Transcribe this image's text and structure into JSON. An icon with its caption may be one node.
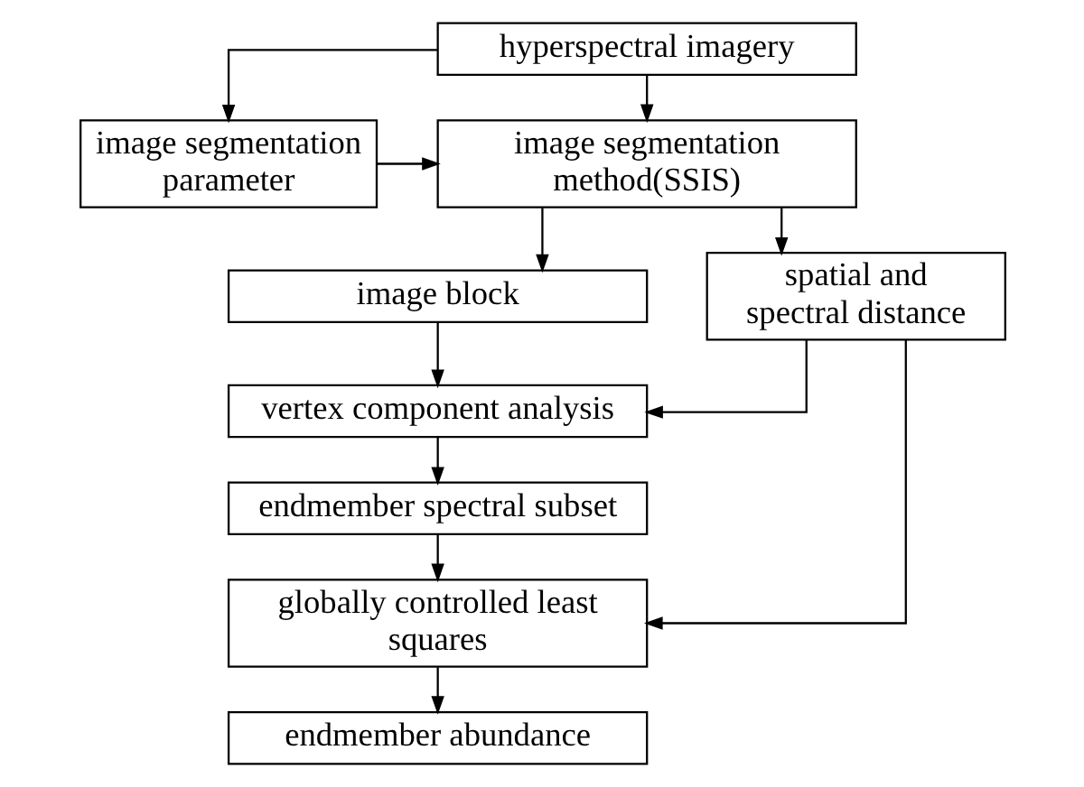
{
  "diagram": {
    "nodes": [
      {
        "text": [
          "hyperspectral imagery"
        ]
      },
      {
        "text": [
          "image segmentation parameter"
        ]
      },
      {
        "text": [
          "image segmentation method(SSIS)"
        ]
      },
      {
        "text": [
          "image block"
        ]
      },
      {
        "text": [
          "spatial and spectral distance"
        ]
      },
      {
        "text": [
          "vertex component analysis"
        ]
      },
      {
        "text": [
          "endmember spectral subset"
        ]
      },
      {
        "text": [
          "globally controlled least squares"
        ]
      },
      {
        "text": [
          "endmember abundance"
        ]
      }
    ],
    "edges": [
      {
        "from": 0,
        "to": 1,
        "arrow": "to"
      },
      {
        "from": 0,
        "to": 2,
        "arrow": "to"
      },
      {
        "from": 1,
        "to": 2,
        "arrow": "to"
      },
      {
        "from": 2,
        "to": 3,
        "arrow": "to"
      },
      {
        "from": 2,
        "to": 4,
        "arrow": "to"
      },
      {
        "from": 3,
        "to": 5,
        "arrow": "to"
      },
      {
        "from": 4,
        "to": 5,
        "arrow": "to"
      },
      {
        "from": 5,
        "to": 6,
        "arrow": "to"
      },
      {
        "from": 6,
        "to": 7,
        "arrow": "to"
      },
      {
        "from": 4,
        "to": 7,
        "arrow": "to"
      },
      {
        "from": 7,
        "to": 8,
        "arrow": "to"
      }
    ]
  }
}
